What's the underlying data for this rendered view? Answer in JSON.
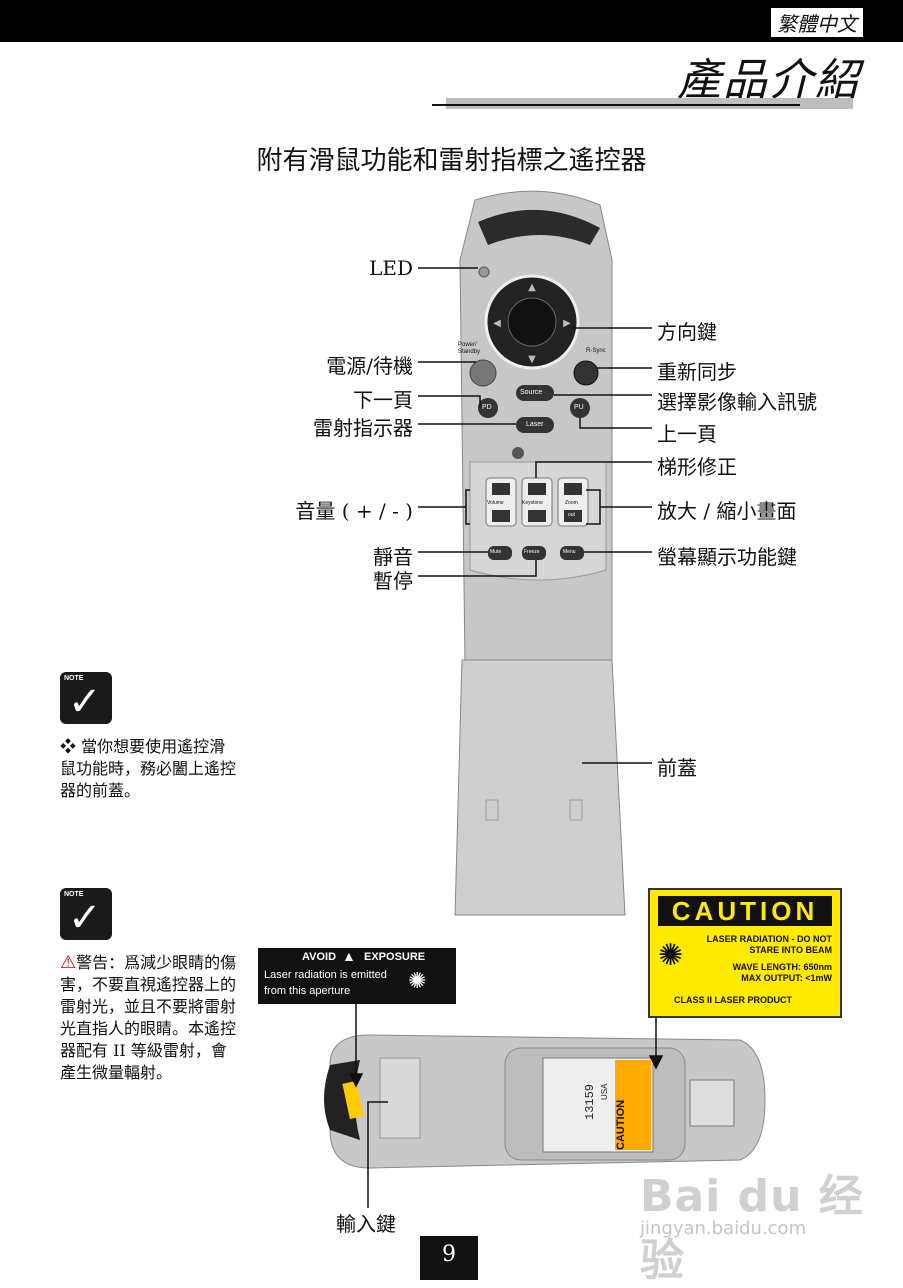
{
  "header": {
    "language": "繁體中文",
    "page_title": "產品介紹"
  },
  "heading": "附有滑鼠功能和雷射指標之遙控器",
  "callouts_left": {
    "led": "LED",
    "power": "電源/待機",
    "next_page": "下一頁",
    "laser": "雷射指示器",
    "volume": "音量 ( + / - )",
    "mute": "靜音",
    "freeze": "暫停"
  },
  "callouts_right": {
    "direction": "方向鍵",
    "resync": "重新同步",
    "source": "選擇影像輸入訊號",
    "prev_page": "上一頁",
    "keystone": "梯形修正",
    "zoom": "放大 / 縮小畫面",
    "menu": "螢幕顯示功能鍵",
    "cover": "前蓋"
  },
  "remote_buttons": {
    "power": "Power/ Standby",
    "resync": "R-Sync",
    "source": "Source",
    "laser": "Laser",
    "pd": "PD",
    "pu": "PU",
    "volume": "Volume",
    "keystone": "Keystone",
    "zoom": "Zoom",
    "zoom_out": "out",
    "mute": "Mute",
    "freeze": "Freeze",
    "menu": "Menu"
  },
  "notes": {
    "note_label": "NOTE",
    "note1": "❖ 當你想要使用遙控滑鼠功能時，務必闔上遙控器的前蓋。",
    "note2": "警告：爲減少眼睛的傷害，不要直視遙控器上的雷射光，並且不要將雷射光直指人的眼睛。本遙控器配有 II 等級雷射，會產生微量輻射。"
  },
  "avoid_label": {
    "line1_left": "AVOID",
    "line1_right": "EXPOSURE",
    "line2": "Laser radiation is emitted",
    "line3": "from this aperture"
  },
  "caution_label": {
    "title": "CAUTION",
    "line1": "LASER RADIATION - DO NOT",
    "line2": "STARE INTO BEAM",
    "line3": "WAVE LENGTH: 650nm",
    "line4": "MAX OUTPUT: <1mW",
    "line5": "CLASS II LASER PRODUCT"
  },
  "bottom_labels": {
    "enter_key": "輸入鍵",
    "sticker_caution": "CAUTION",
    "serial": "13159",
    "country": "USA"
  },
  "page_number": "9",
  "watermark": {
    "brand": "Bai du 经验",
    "url": "jingyan.baidu.com"
  },
  "colors": {
    "caution_yellow": "#ffea00",
    "remote_body": "#c9c9c9"
  }
}
